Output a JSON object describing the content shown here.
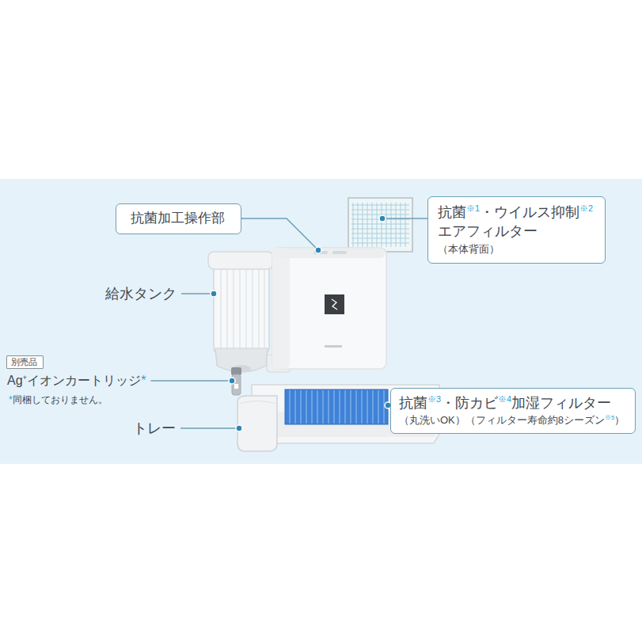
{
  "diagram": {
    "nodes": [
      {
        "text": [
          "抗菌加工操作部"
        ]
      },
      {
        "text": [
          "抗菌※1・ウイルス抑制※2 エアフィルター",
          "（本体背面）"
        ]
      },
      {
        "text": [
          "抗菌※3・防カビ※4加湿フィルター",
          "（丸洗いOK）（フィルター寿命約8シーズン※5）"
        ]
      },
      {
        "text": [
          "別売品"
        ]
      }
    ],
    "labels": [
      "給水タンク",
      "Ag+イオンカートリッジ*",
      "*同梱しておりません。",
      "トレー"
    ]
  }
}
